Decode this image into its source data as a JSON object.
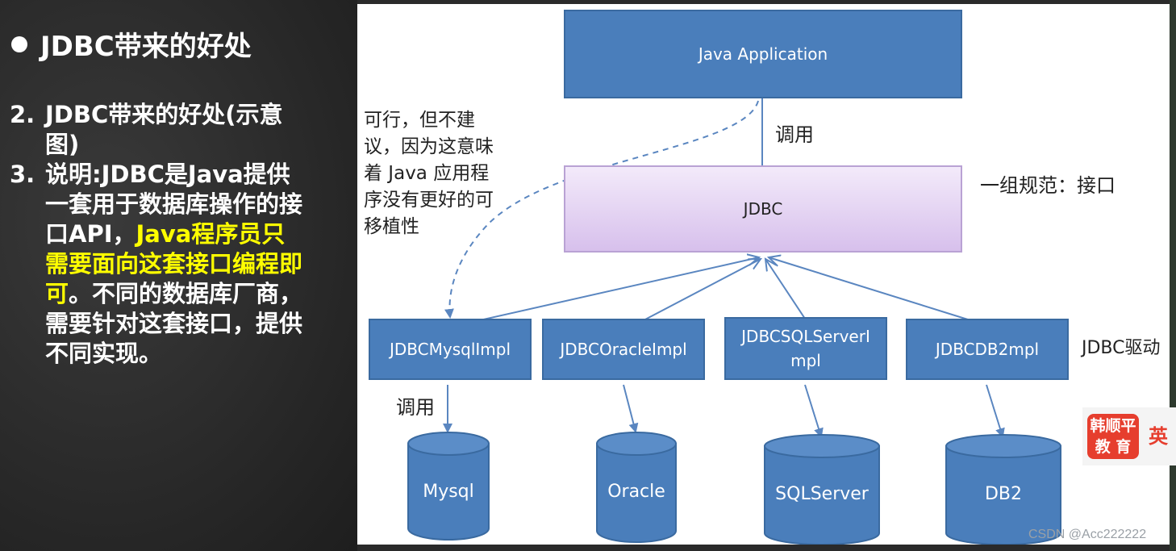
{
  "slide": {
    "heading": "JDBC带来的好处",
    "items": [
      {
        "num": "2.",
        "text": "JDBC带来的好处(示意图)"
      },
      {
        "num": "3.",
        "text_before": "说明:JDBC是Java提供一套用于数据库操作的接口API，",
        "text_highlight": "Java程序员只需要面向这套接口编程即可",
        "text_after": "。不同的数据库厂商，需要针对这套接口，提供不同实现。"
      }
    ]
  },
  "diagram": {
    "app_box": "Java Application",
    "call_label_top": "调用",
    "jdbc_box": "JDBC",
    "interface_label": "一组规范：接口",
    "note": "可行，但不建议，因为这意味着 Java 应用程序没有更好的可移植性",
    "drivers": [
      "JDBCMysqlImpl",
      "JDBCOracleImpl",
      "JDBCSQLServerImpl",
      "JDBCDB2mpl"
    ],
    "drivers_label": "JDBC驱动",
    "call_label_bottom": "调用",
    "databases": [
      "Mysql",
      "Oracle",
      "SQLServer",
      "DB2"
    ]
  },
  "branding": {
    "logo_line1": "韩顺平",
    "logo_line2": "教 育",
    "lang": "英"
  },
  "watermark": "CSDN @Acc222222",
  "colors": {
    "box_blue": "#4a7ebb",
    "arrow_blue": "#5a86c0",
    "jdbc_purple": "#d7c0ec",
    "highlight_yellow": "#ffff00"
  }
}
